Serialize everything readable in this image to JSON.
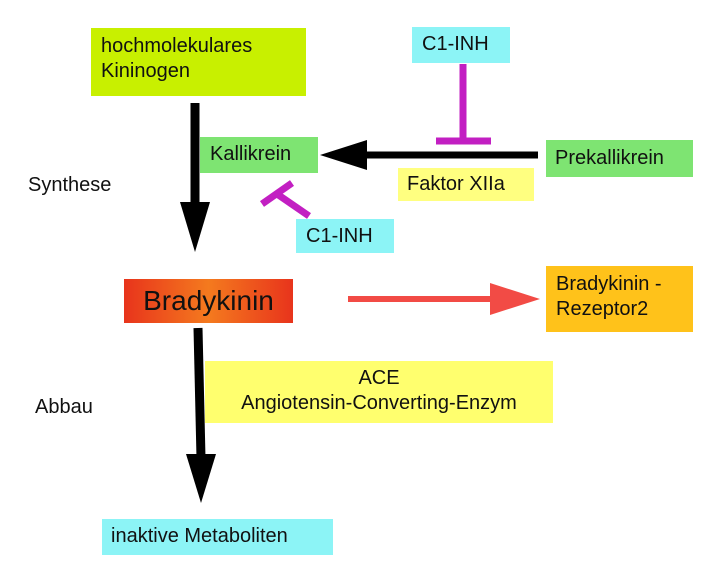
{
  "nodes": {
    "hmk": [
      "hochmolekulares",
      "Kininogen"
    ],
    "kallikrein": "Kallikrein",
    "prekallikrein": "Prekallikrein",
    "c1inh_top": "C1-INH",
    "c1inh_mid": "C1-INH",
    "faktor_xiia": "Faktor XIIa",
    "bradykinin": "Bradykinin",
    "rezeptor": [
      "Bradykinin -",
      "Rezeptor2"
    ],
    "ace": [
      "ACE",
      "Angiotensin-Converting-Enzym"
    ],
    "metaboliten": "inaktive Metaboliten"
  },
  "labels": {
    "synthese": "Synthese",
    "abbau": "Abbau"
  },
  "colors": {
    "arrow_black": "#000000",
    "arrow_red": "#f24b45",
    "inhibitor": "#c21fc2",
    "green_box": "#7ee472",
    "lime_box": "#c8f000",
    "cyan_box": "#8cf4f6",
    "yellow_box": "#ffff80",
    "orange_box": "#ffc21a"
  }
}
